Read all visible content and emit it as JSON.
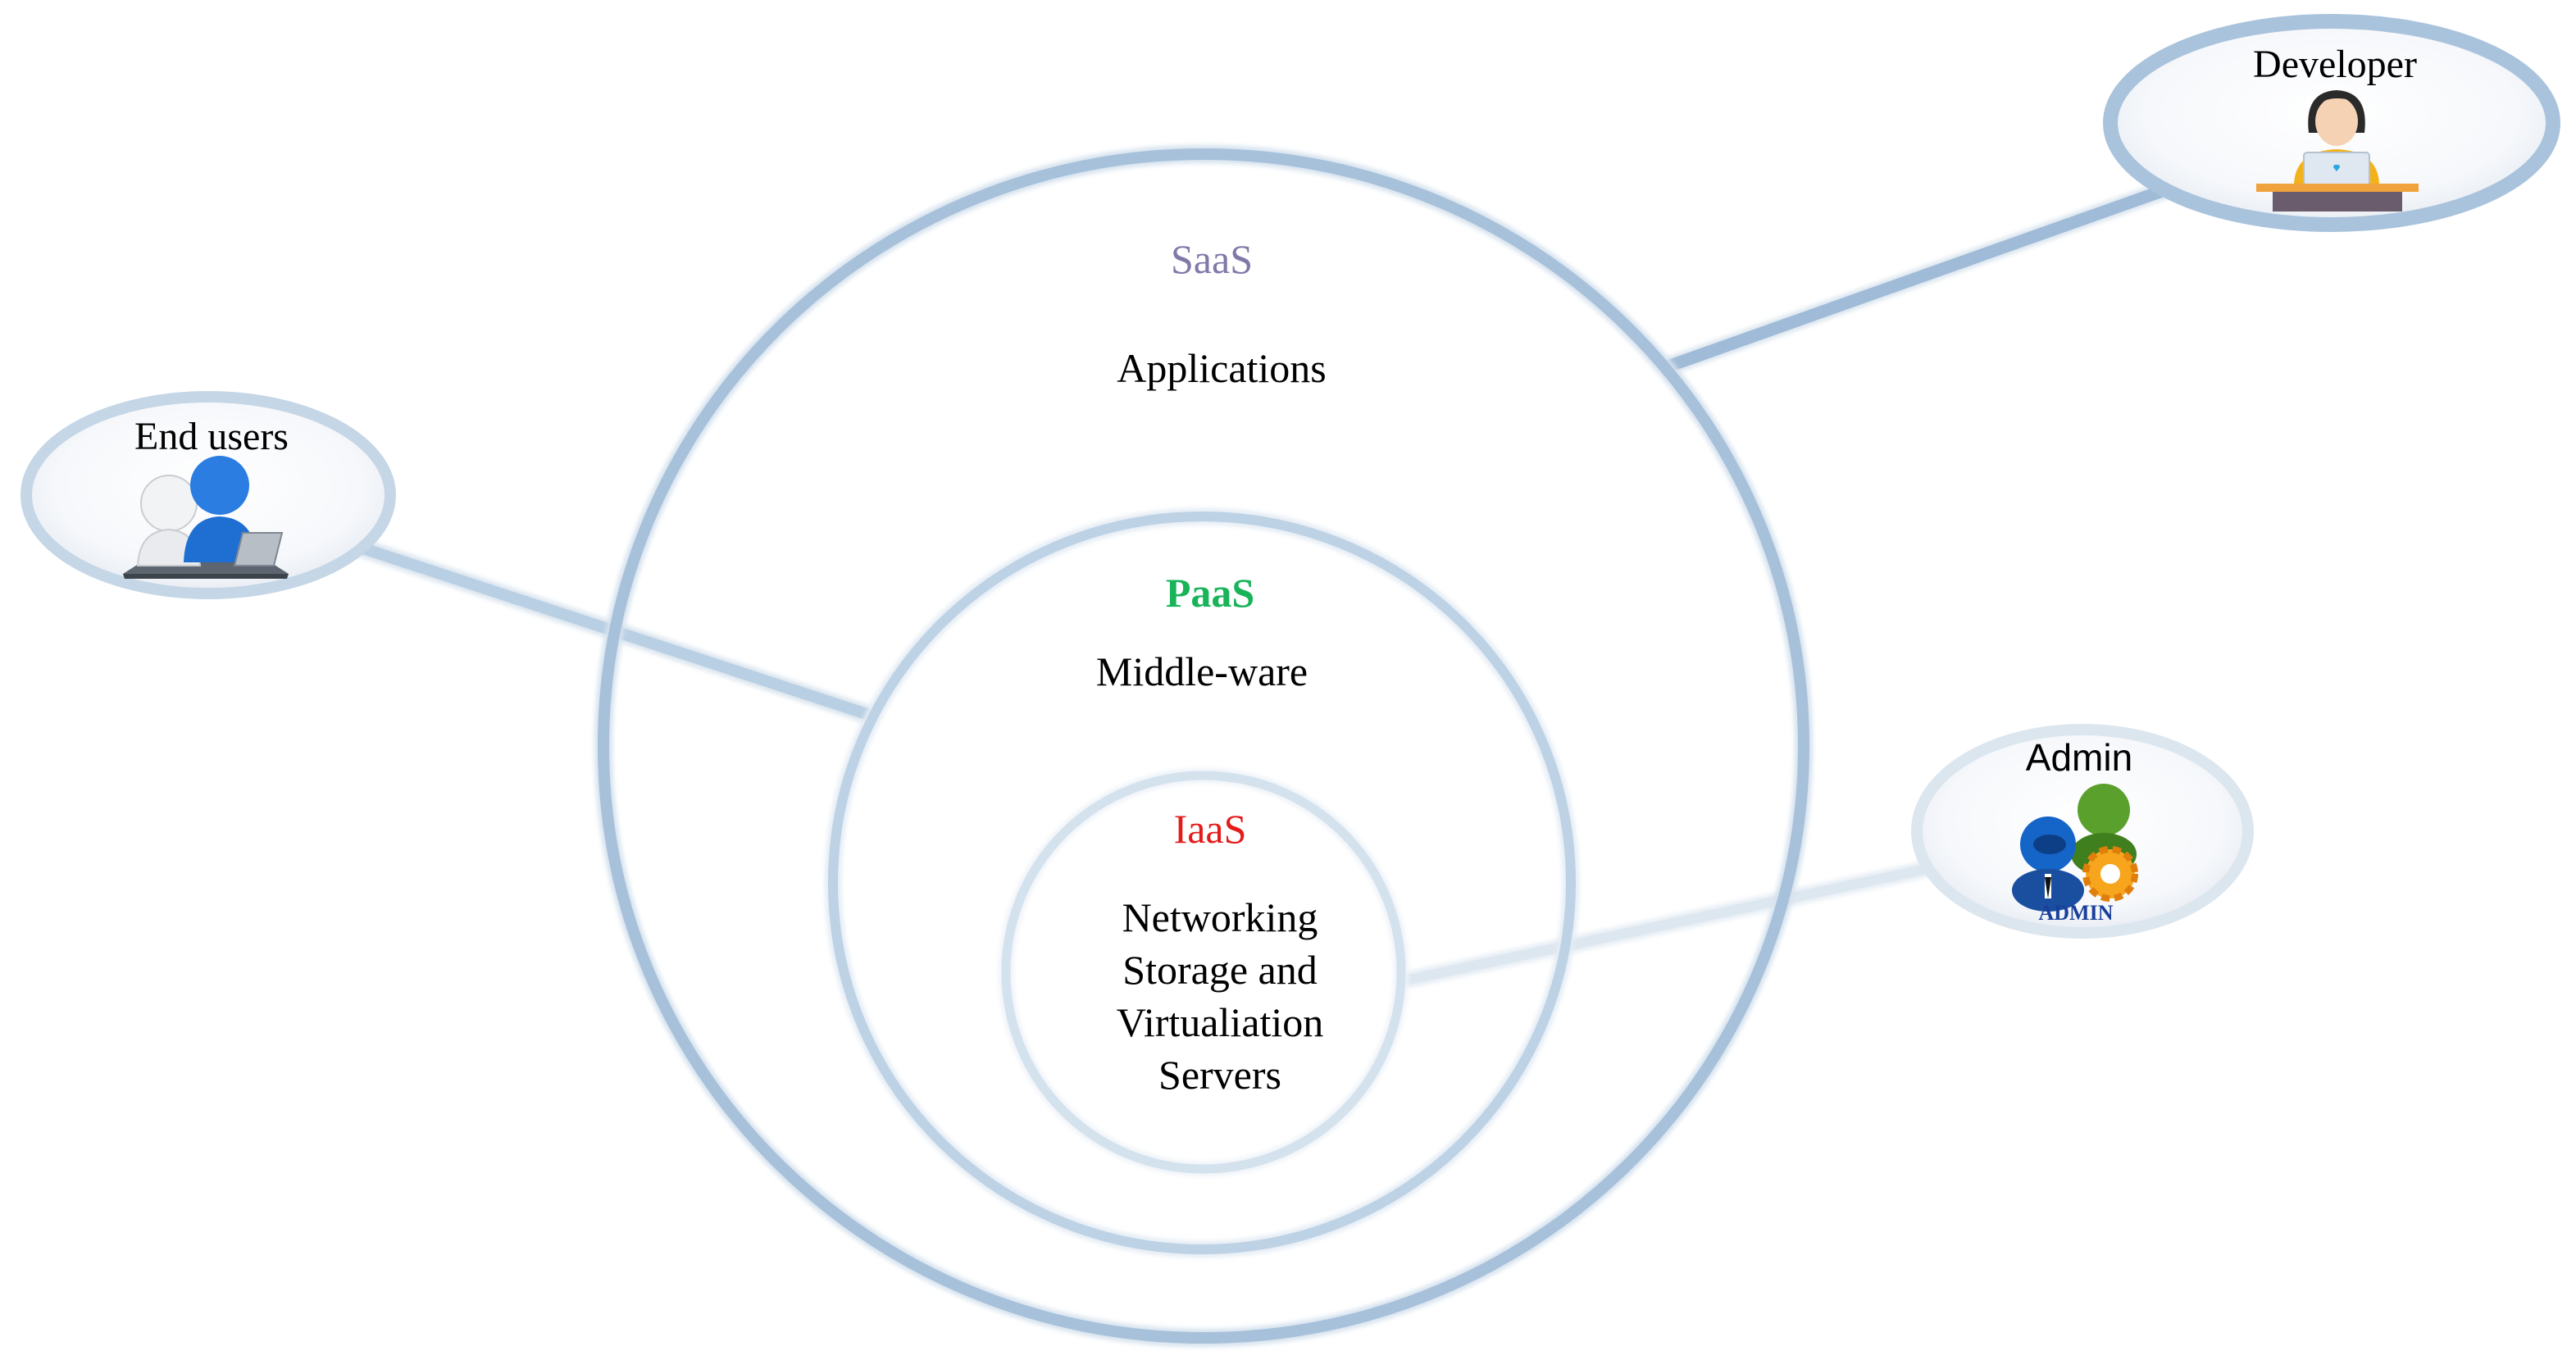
{
  "layers": {
    "saas": {
      "title": "SaaS",
      "title_color": "#8079a8",
      "content": "Applications"
    },
    "paas": {
      "title": "PaaS",
      "title_color": "#19b45a",
      "content": "Middle-ware"
    },
    "iaas": {
      "title": "IaaS",
      "title_color": "#e41b1b",
      "content_lines": [
        "Networking",
        "Storage and",
        "Virtualiation",
        "Servers"
      ]
    }
  },
  "actors": {
    "end_users": {
      "label": "End users",
      "icon": "end-users-icon"
    },
    "developer": {
      "label": "Developer",
      "icon": "developer-icon"
    },
    "admin": {
      "label": "Admin",
      "icon": "admin-icon",
      "badge": "ADMIN"
    }
  },
  "colors": {
    "outer_ring": "#a7c1db",
    "middle_ring": "#bcd2e4",
    "inner_ring": "#d3e2ee",
    "connector": "#b7cde2"
  }
}
